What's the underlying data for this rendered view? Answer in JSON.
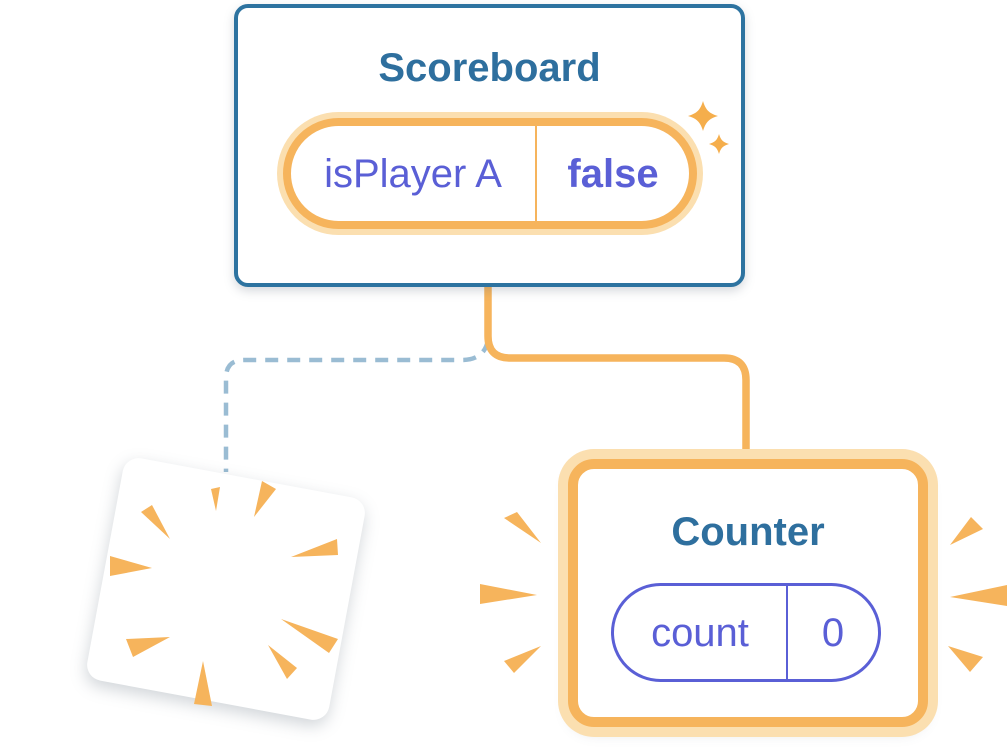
{
  "diagram": {
    "scoreboard": {
      "title": "Scoreboard",
      "state_key": "isPlayer A",
      "state_value": "false"
    },
    "counter": {
      "title": "Counter",
      "state_key": "count",
      "state_value": "0"
    },
    "removed_component": {
      "description": "destroyed component card with burst marks"
    },
    "icons": {
      "sparkles": "sparkles-icon",
      "burst": "burst-rays-icon"
    }
  },
  "colors": {
    "card_bg": "#ffffff",
    "card_border_blue": "#2d73a0",
    "title_blue": "#2e6f9e",
    "accent_orange": "#f6b45c",
    "halo_orange": "#fbdfb0",
    "ray_orange": "#f6b45c",
    "sparkle_orange": "#f5ae4c",
    "state_purple": "#5a5fd6",
    "dashed_blue": "#9abcd3"
  }
}
